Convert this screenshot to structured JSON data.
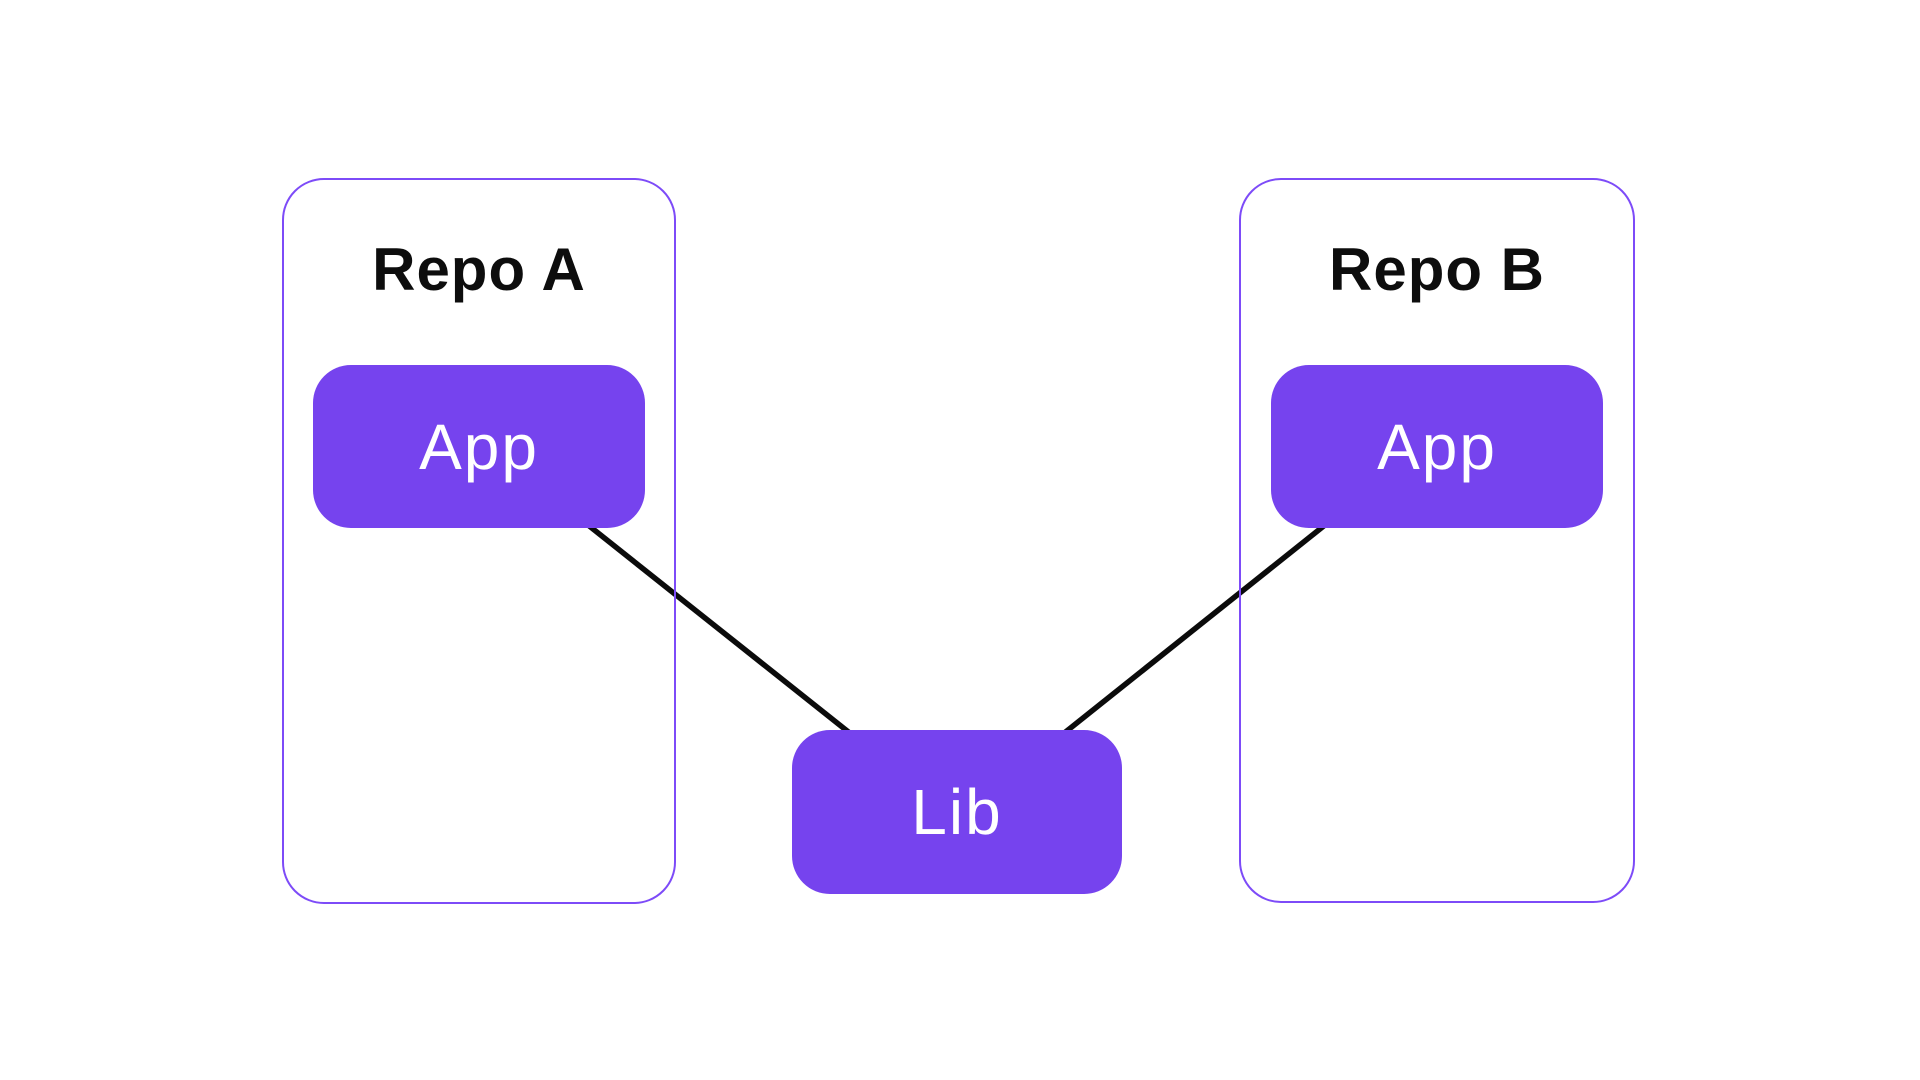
{
  "colors": {
    "background": "#ffffff",
    "container_border": "#7d4bf8",
    "node_fill": "#7643ee",
    "node_text": "#ffffff",
    "title_text": "#0d0d0d",
    "edge": "#0b0b0b"
  },
  "diagram": {
    "repo_a": {
      "title": "Repo A",
      "app_label": "App"
    },
    "repo_b": {
      "title": "Repo B",
      "app_label": "App"
    },
    "lib": {
      "label": "Lib"
    },
    "edges": [
      {
        "from": "repo-a-app",
        "to": "lib"
      },
      {
        "from": "repo-b-app",
        "to": "lib"
      }
    ]
  }
}
